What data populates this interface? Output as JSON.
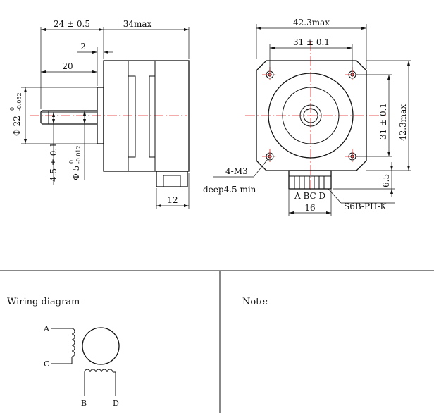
{
  "side_view": {
    "dim_shaft_length": "24 ± 0.5",
    "dim_body_length": "34max",
    "dim_boss": "2",
    "dim_flat_length": "20",
    "dim_boss_dia": "Φ 22",
    "dim_boss_dia_tol_upper": "0",
    "dim_boss_dia_tol_lower": "-0.052",
    "dim_flat_depth": "4.5 ± 0.1",
    "dim_shaft_dia": "Φ 5",
    "dim_shaft_dia_tol_upper": "0",
    "dim_shaft_dia_tol_lower": "-0.012",
    "dim_connector_width": "12"
  },
  "front_view": {
    "dim_overall_width": "42.3max",
    "dim_hole_spacing_h": "31 ± 0.1",
    "dim_hole_spacing_v": "31 ± 0.1",
    "dim_overall_height": "42.3max",
    "dim_connector_offset": "6.5",
    "dim_connector_span": "16",
    "hole_callout_1": "4-M3",
    "hole_callout_2": "deep4.5 min",
    "pin_labels": "A  BC  D",
    "connector_part": "S6B-PH-K"
  },
  "wiring": {
    "title": "Wiring diagram",
    "pins": [
      "A",
      "C",
      "B",
      "D"
    ]
  },
  "note": {
    "label": "Note:"
  }
}
